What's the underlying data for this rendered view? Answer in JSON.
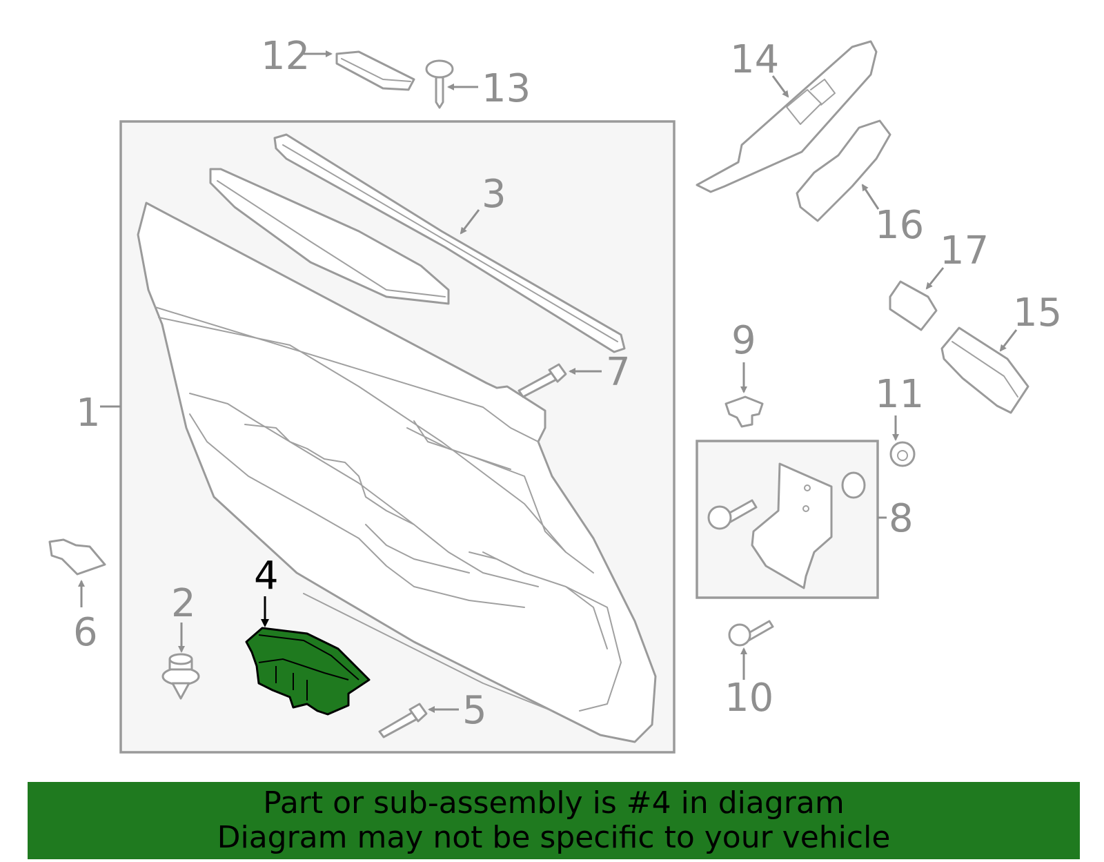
{
  "callouts": {
    "c1": "1",
    "c2": "2",
    "c3": "3",
    "c4": "4",
    "c5": "5",
    "c6": "6",
    "c7": "7",
    "c8": "8",
    "c9": "9",
    "c10": "10",
    "c11": "11",
    "c12": "12",
    "c13": "13",
    "c14": "14",
    "c15": "15",
    "c16": "16",
    "c17": "17"
  },
  "highlight": {
    "part": "4",
    "color": "#1f7a1f"
  },
  "banner": {
    "line1": "Part or sub-assembly is #4 in diagram",
    "line2": "Diagram may not be specific to your vehicle",
    "bg_color": "#1f7a1f"
  }
}
